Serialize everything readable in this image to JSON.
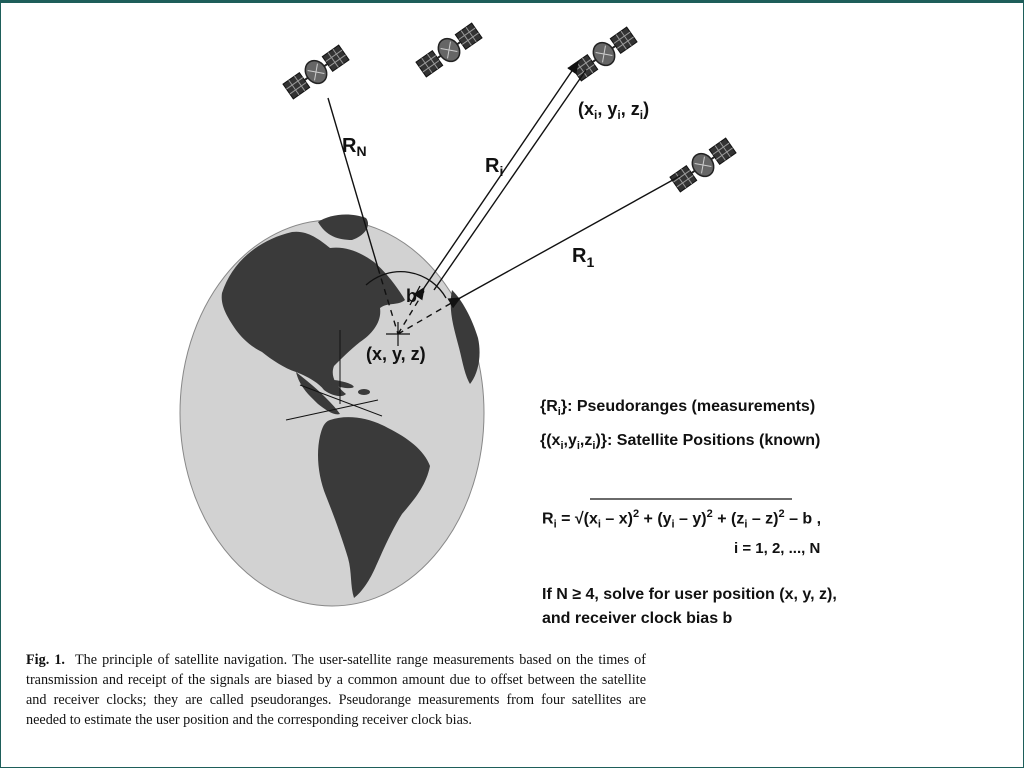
{
  "labels": {
    "r_n": "R",
    "r_n_sub": "N",
    "r_i": "R",
    "r_i_sub": "i",
    "r_1": "R",
    "r_1_sub": "1",
    "b": "b",
    "user_pos": "(x, y, z)",
    "sat_pos": "(x",
    "sat_pos_tail": ", y",
    "sat_pos_tail2": ", z",
    "sat_pos_end": ")"
  },
  "legend": {
    "line1_a": "{R",
    "line1_sub": "i",
    "line1_b": "}: Pseudoranges (measurements)",
    "line2_a": "{(x",
    "line2_b": ",y",
    "line2_c": ",z",
    "line2_d": ")}: Satellite Positions (known)"
  },
  "equation": {
    "lhs": "R",
    "lhs_sub": "i",
    "body": "= √(x",
    "t1": " – x)",
    "t2": " + (y",
    "t3": " – y)",
    "t4": " + (z",
    "t5": " – z)",
    "exp": "2",
    "tail": " – b ,",
    "index_line": "i = 1, 2, ..., N"
  },
  "solve": {
    "line1": "If N ≥ 4, solve for user position (x, y, z),",
    "line2": "and receiver clock bias b"
  },
  "caption": {
    "label": "Fig. 1.",
    "text": "The principle of satellite navigation. The user-satellite range measurements based on the times of transmission and receipt of the signals are biased by a common amount due to offset between the satellite and receiver clocks; they are called pseudoranges. Pseudorange measurements from four satellites are needed to estimate the user position and the corresponding receiver clock bias."
  },
  "colors": {
    "frame": "#1e5e5a",
    "globe": "#d2d2d2",
    "land": "#3a3a3a"
  }
}
